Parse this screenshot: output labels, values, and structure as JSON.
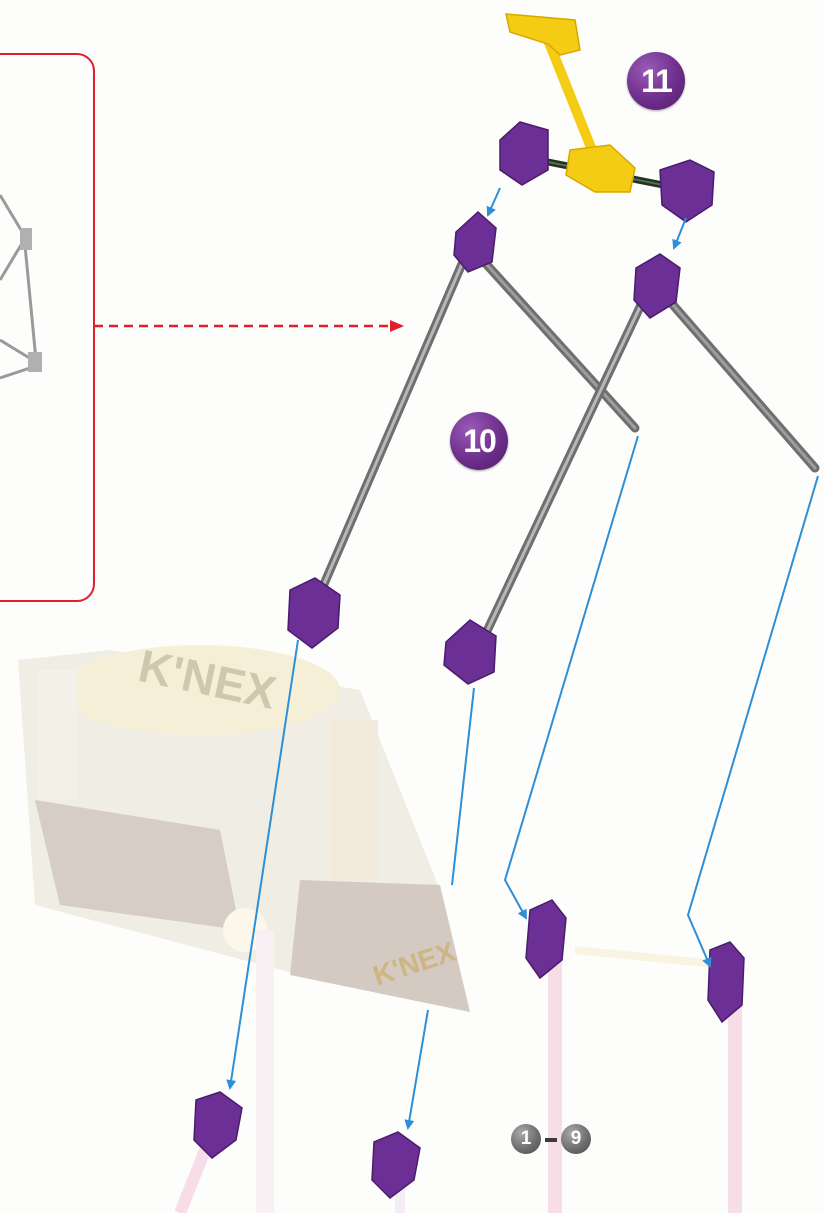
{
  "steps": {
    "step_10": "10",
    "step_11": "11"
  },
  "reference": {
    "from": "1",
    "to": "9"
  },
  "decor": {
    "logo_text": "K'NEX",
    "logo_text_2": "K'NEX"
  },
  "colors": {
    "purple_connector": "#6b2f95",
    "yellow_piece": "#f5cc14",
    "gray_rod": "#8a8a8a",
    "blue_guide": "#2c8fd8",
    "red_inset": "#e01f2a",
    "pink_rod": "#f3c8dc"
  },
  "icons": {
    "step_badge": "purple-circle-number",
    "reference_badge": "gray-circle-number",
    "connector": "purple-knex-connector",
    "rod": "gray-knex-rod",
    "guide_arrow": "blue-placement-arrow",
    "inset_arrow": "red-dashed-arrow"
  }
}
